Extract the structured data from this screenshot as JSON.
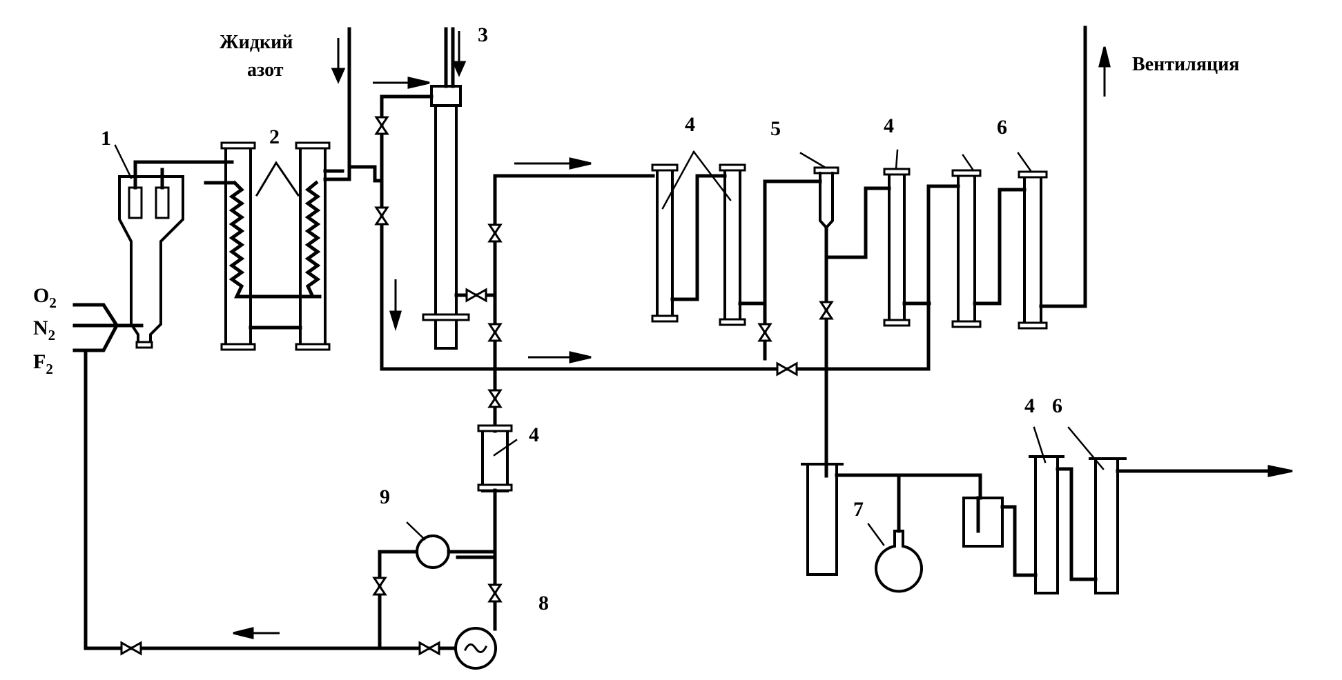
{
  "labels": {
    "liquid_nitrogen_1": "Жидкий",
    "liquid_nitrogen_2": "азот",
    "ventilation": "Вентиляция"
  },
  "gases": {
    "o2": {
      "symbol": "O",
      "sub": "2"
    },
    "n2": {
      "symbol": "N",
      "sub": "2"
    },
    "f2": {
      "symbol": "F",
      "sub": "2"
    }
  },
  "numbers": {
    "n1": "1",
    "n2": "2",
    "n3": "3",
    "n4a": "4",
    "n5": "5",
    "n4b": "4",
    "n6a": "6",
    "n4c": "4",
    "n9": "9",
    "n8": "8",
    "n7": "7",
    "n4d": "4",
    "n6b": "6"
  },
  "colors": {
    "ink": "#000000",
    "paper": "#ffffff"
  }
}
